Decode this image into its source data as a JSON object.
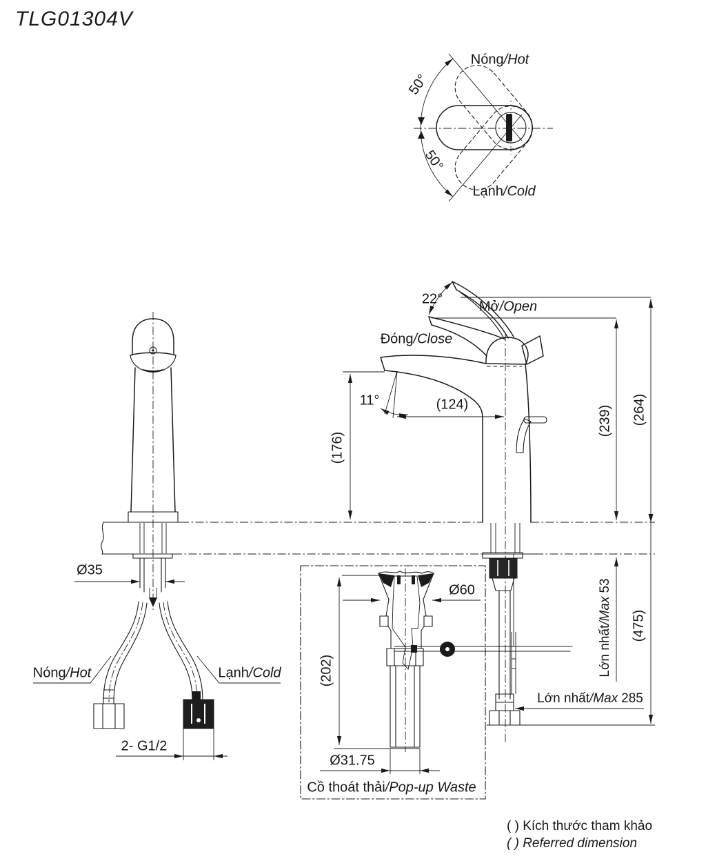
{
  "title": "TLG01304V",
  "colors": {
    "ink": "#1a1a1a",
    "background": "#ffffff"
  },
  "top_view": {
    "hot_vi": "Nóng",
    "hot_en": "/Hot",
    "cold_vi": "Lạnh",
    "cold_en": "/Cold",
    "angle_upper": "50°",
    "angle_lower": "50°"
  },
  "side_view": {
    "handle_angle": "22°",
    "open_vi": "Mở",
    "open_en": "/Open",
    "close_vi": "Đóng",
    "close_en": "/Close",
    "spout_angle": "11°",
    "spout_reach": "(124)",
    "spout_height": "(176)",
    "height_open_handle": "(239)",
    "height_total": "(264)",
    "height_overall": "(475)",
    "max_thickness_vi": "Lớn nhất",
    "max_thickness_en": "/Max",
    "max_thickness_val": "53",
    "max_depth_vi": "Lớn nhất",
    "max_depth_en": "/Max",
    "max_depth_val": "285"
  },
  "front_view": {
    "body_diameter": "Ø35",
    "hot_vi": "Nóng",
    "hot_en": "/Hot",
    "cold_vi": "Lạnh",
    "cold_en": "/Cold",
    "thread": "2- G1/2"
  },
  "popup_waste": {
    "flange_diameter": "Ø60",
    "length": "(202)",
    "pipe_diameter": "Ø31.75",
    "caption_vi": "Cồ thoát thải",
    "caption_en": "/Pop-up Waste"
  },
  "legend": {
    "note_vi": "( ) Kích thước tham khảo",
    "note_en": "( ) Referred dimension"
  }
}
